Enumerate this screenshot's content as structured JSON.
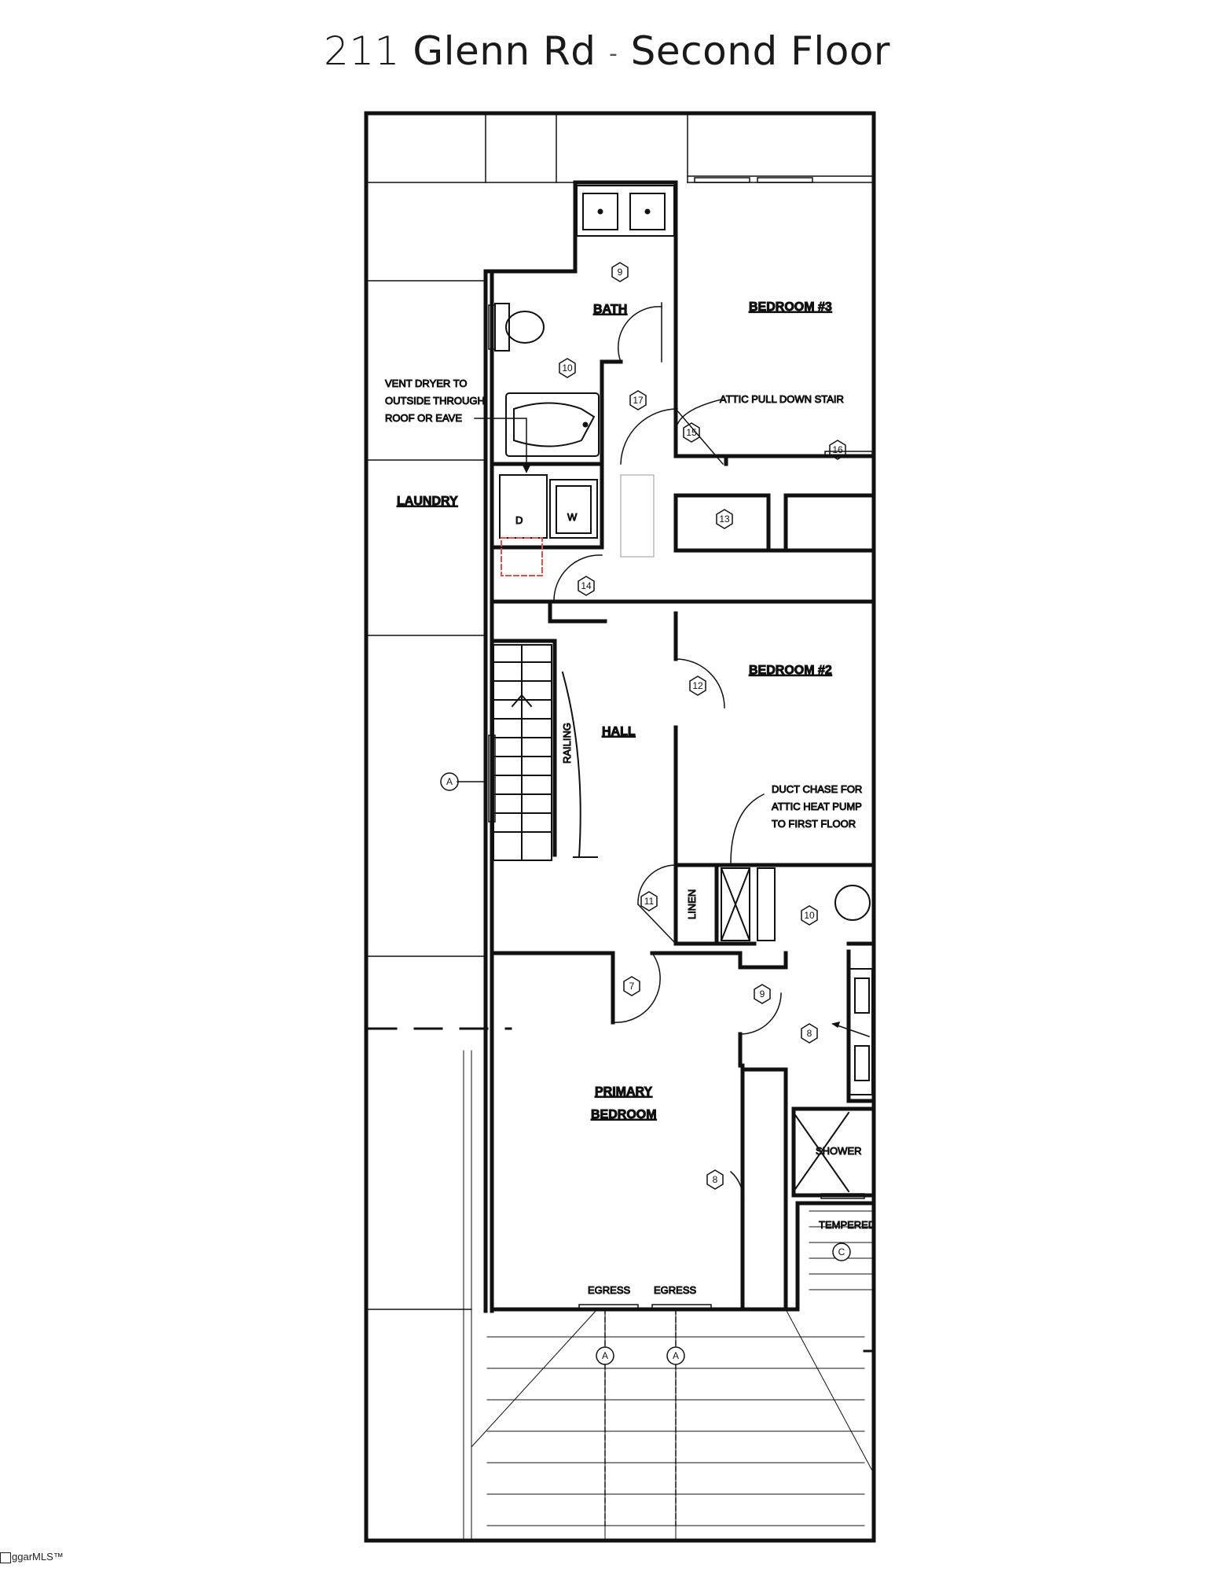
{
  "title": {
    "number": "211",
    "street": "Glenn Rd",
    "separator": "-",
    "floor": "Second Floor"
  },
  "rooms": {
    "bath": "BATH",
    "bedroom3": "BEDROOM #3",
    "laundry": "LAUNDRY",
    "bedroom2": "BEDROOM #2",
    "hall": "HALL",
    "primary_line1": "PRIMARY",
    "primary_line2": "BEDROOM",
    "shower": "SHOWER",
    "linen": "LINEN",
    "railing": "RAILING"
  },
  "notes": {
    "vent_line1": "VENT DRYER TO",
    "vent_line2": "OUTSIDE THROUGH",
    "vent_line3": "ROOF OR EAVE",
    "attic_stair": "ATTIC PULL DOWN STAIR",
    "duct_line1": "DUCT CHASE FOR",
    "duct_line2": "ATTIC HEAT PUMP",
    "duct_line3": "TO FIRST FLOOR",
    "egress1": "EGRESS",
    "egress2": "EGRESS",
    "tempered": "TEMPERED",
    "dryer": "D",
    "washer": "W"
  },
  "door_tags": {
    "t9a": "9",
    "t10a": "10",
    "t17": "17",
    "t15": "15",
    "t16": "16",
    "t13": "13",
    "t14": "14",
    "t12": "12",
    "t11": "11",
    "t10b": "10",
    "t7": "7",
    "t9b": "9",
    "t8a": "8",
    "t8b": "8"
  },
  "section_tags": {
    "a1": "A",
    "a2": "A",
    "a3": "A",
    "c1": "C"
  },
  "watermark": "ggarMLS™",
  "colors": {
    "line": "#111111",
    "dryer_clearance": "#d9534f"
  }
}
